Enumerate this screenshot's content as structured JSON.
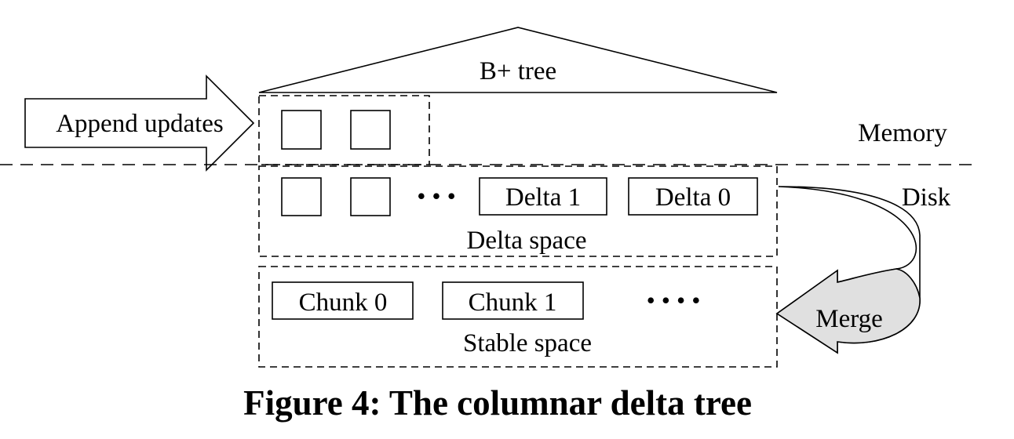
{
  "diagram": {
    "btree_label": "B+ tree",
    "append_label": "Append updates",
    "memory_label": "Memory",
    "disk_label": "Disk",
    "delta_items": [
      "Delta 1",
      "Delta 0"
    ],
    "delta_ellipsis": "• • •",
    "delta_space_label": "Delta space",
    "chunk_items": [
      "Chunk 0",
      "Chunk 1"
    ],
    "chunk_ellipsis": "• • • •",
    "stable_space_label": "Stable space",
    "merge_label": "Merge",
    "caption": "Figure 4: The columnar delta tree",
    "colors": {
      "stroke": "#000000",
      "merge_fill": "#e0e0e0",
      "background": "#ffffff"
    }
  }
}
